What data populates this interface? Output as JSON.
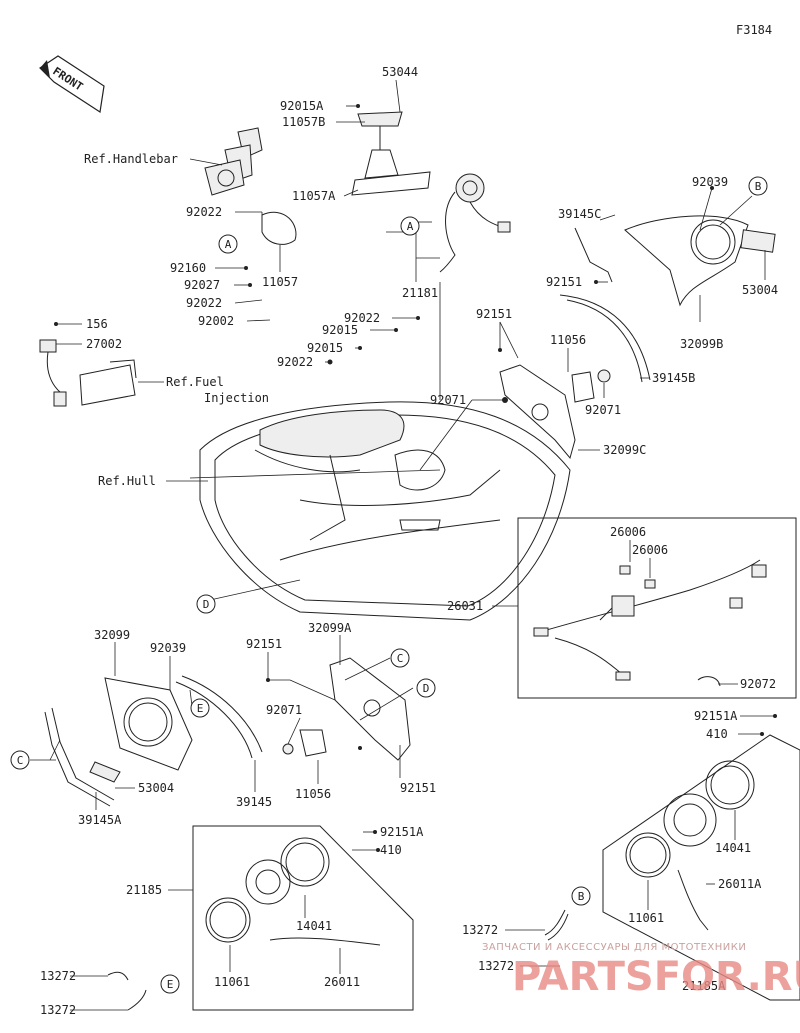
{
  "figure_id": "F3184",
  "front_arrow": "FRONT",
  "refs": {
    "handlebar": "Ref.Handlebar",
    "fuel_line1": "Ref.Fuel",
    "fuel_line2": "Injection",
    "hull": "Ref.Hull"
  },
  "callout_letters": [
    "A",
    "B",
    "C",
    "D",
    "E"
  ],
  "watermark": {
    "line1": "ЗАПЧАСТИ И АКСЕССУАРЫ ДЛЯ МОТОТЕХНИКИ",
    "brand": "PARTSFOR.RU"
  },
  "labels": {
    "p53044": "53044",
    "p92015A": "92015A",
    "p11057B": "11057B",
    "p11057A": "11057A",
    "p92022a": "92022",
    "p11057": "11057",
    "p92160": "92160",
    "p92027": "92027",
    "p92022b": "92022",
    "p92002": "92002",
    "p21181": "21181",
    "p156": "156",
    "p27002": "27002",
    "p92022c": "92022",
    "p92015a": "92015",
    "p92015b": "92015",
    "p92022d": "92022",
    "p92071a": "92071",
    "p39145C": "39145C",
    "p92039a": "92039",
    "p92151a": "92151",
    "p53004a": "53004",
    "p32099B": "32099B",
    "p92151b": "92151",
    "p11056a": "11056",
    "p39145B": "39145B",
    "p92071b": "92071",
    "p32099C": "32099C",
    "p26006a": "26006",
    "p26006b": "26006",
    "p26031": "26031",
    "p92072": "92072",
    "p32099": "32099",
    "p92039b": "92039",
    "p53004b": "53004",
    "p39145": "39145",
    "p39145A": "39145A",
    "p92151c": "92151",
    "p32099A": "32099A",
    "p92071c": "92071",
    "p11056b": "11056",
    "p92151d": "92151",
    "p92151A1": "92151A",
    "p410a": "410",
    "p14041a": "14041",
    "p26011A": "26011A",
    "p11061a": "11061",
    "p13272a": "13272",
    "p13272b": "13272",
    "p21185A": "21185A",
    "p92151A2": "92151A",
    "p410b": "410",
    "p21185": "21185",
    "p14041b": "14041",
    "p11061b": "11061",
    "p26011": "26011",
    "p13272c": "13272",
    "p13272d": "13272"
  }
}
